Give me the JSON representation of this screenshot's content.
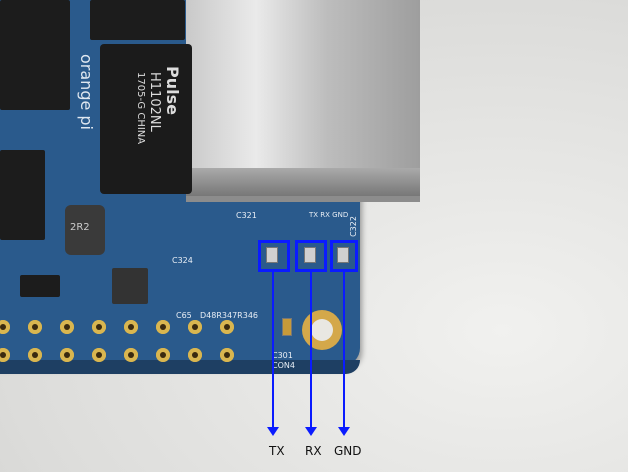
{
  "annotations": {
    "labels": [
      "TX",
      "RX",
      "GND"
    ],
    "color": "#0a1bff"
  },
  "board_text": {
    "pulse_brand": "Pulse",
    "pulse_part": "H1102NL",
    "pulse_origin": "1705-G CHINA",
    "header_silk": "TX RX GND",
    "brand": "orange pi",
    "connector": "CON4",
    "caps": [
      "C321",
      "C322",
      "C324",
      "C301",
      "C65"
    ],
    "resistors": "D48R347R346",
    "inductor": "2R2"
  }
}
